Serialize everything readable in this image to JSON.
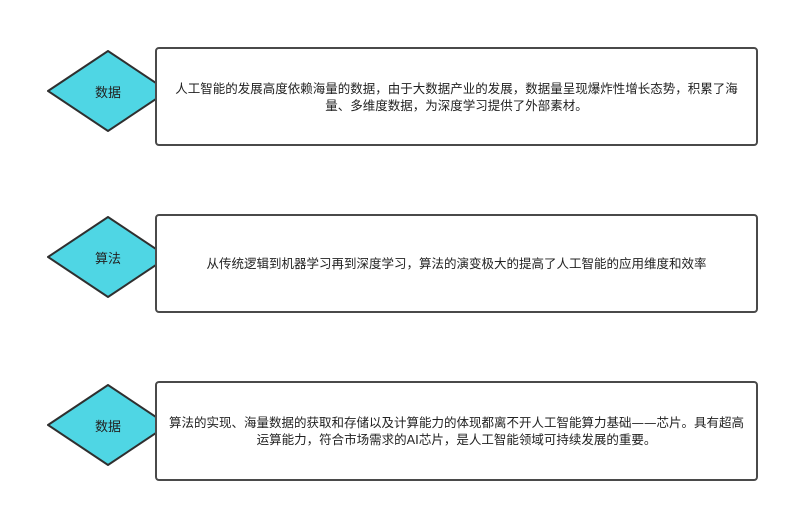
{
  "colors": {
    "diamond_fill": "#4fd6e4",
    "stroke": "#2f2f2f"
  },
  "rows": [
    {
      "label": "数据",
      "text": "人工智能的发展高度依赖海量的数据，由于大数据产业的发展，数据量呈现爆炸性增长态势，积累了海量、多维度数据，为深度学习提供了外部素材。"
    },
    {
      "label": "算法",
      "text": "从传统逻辑到机器学习再到深度学习，算法的演变极大的提高了人工智能的应用维度和效率"
    },
    {
      "label": "数据",
      "text": "算法的实现、海量数据的获取和存储以及计算能力的体现都离不开人工智能算力基础——芯片。具有超高运算能力，符合市场需求的AI芯片，是人工智能领域可持续发展的重要。"
    }
  ]
}
